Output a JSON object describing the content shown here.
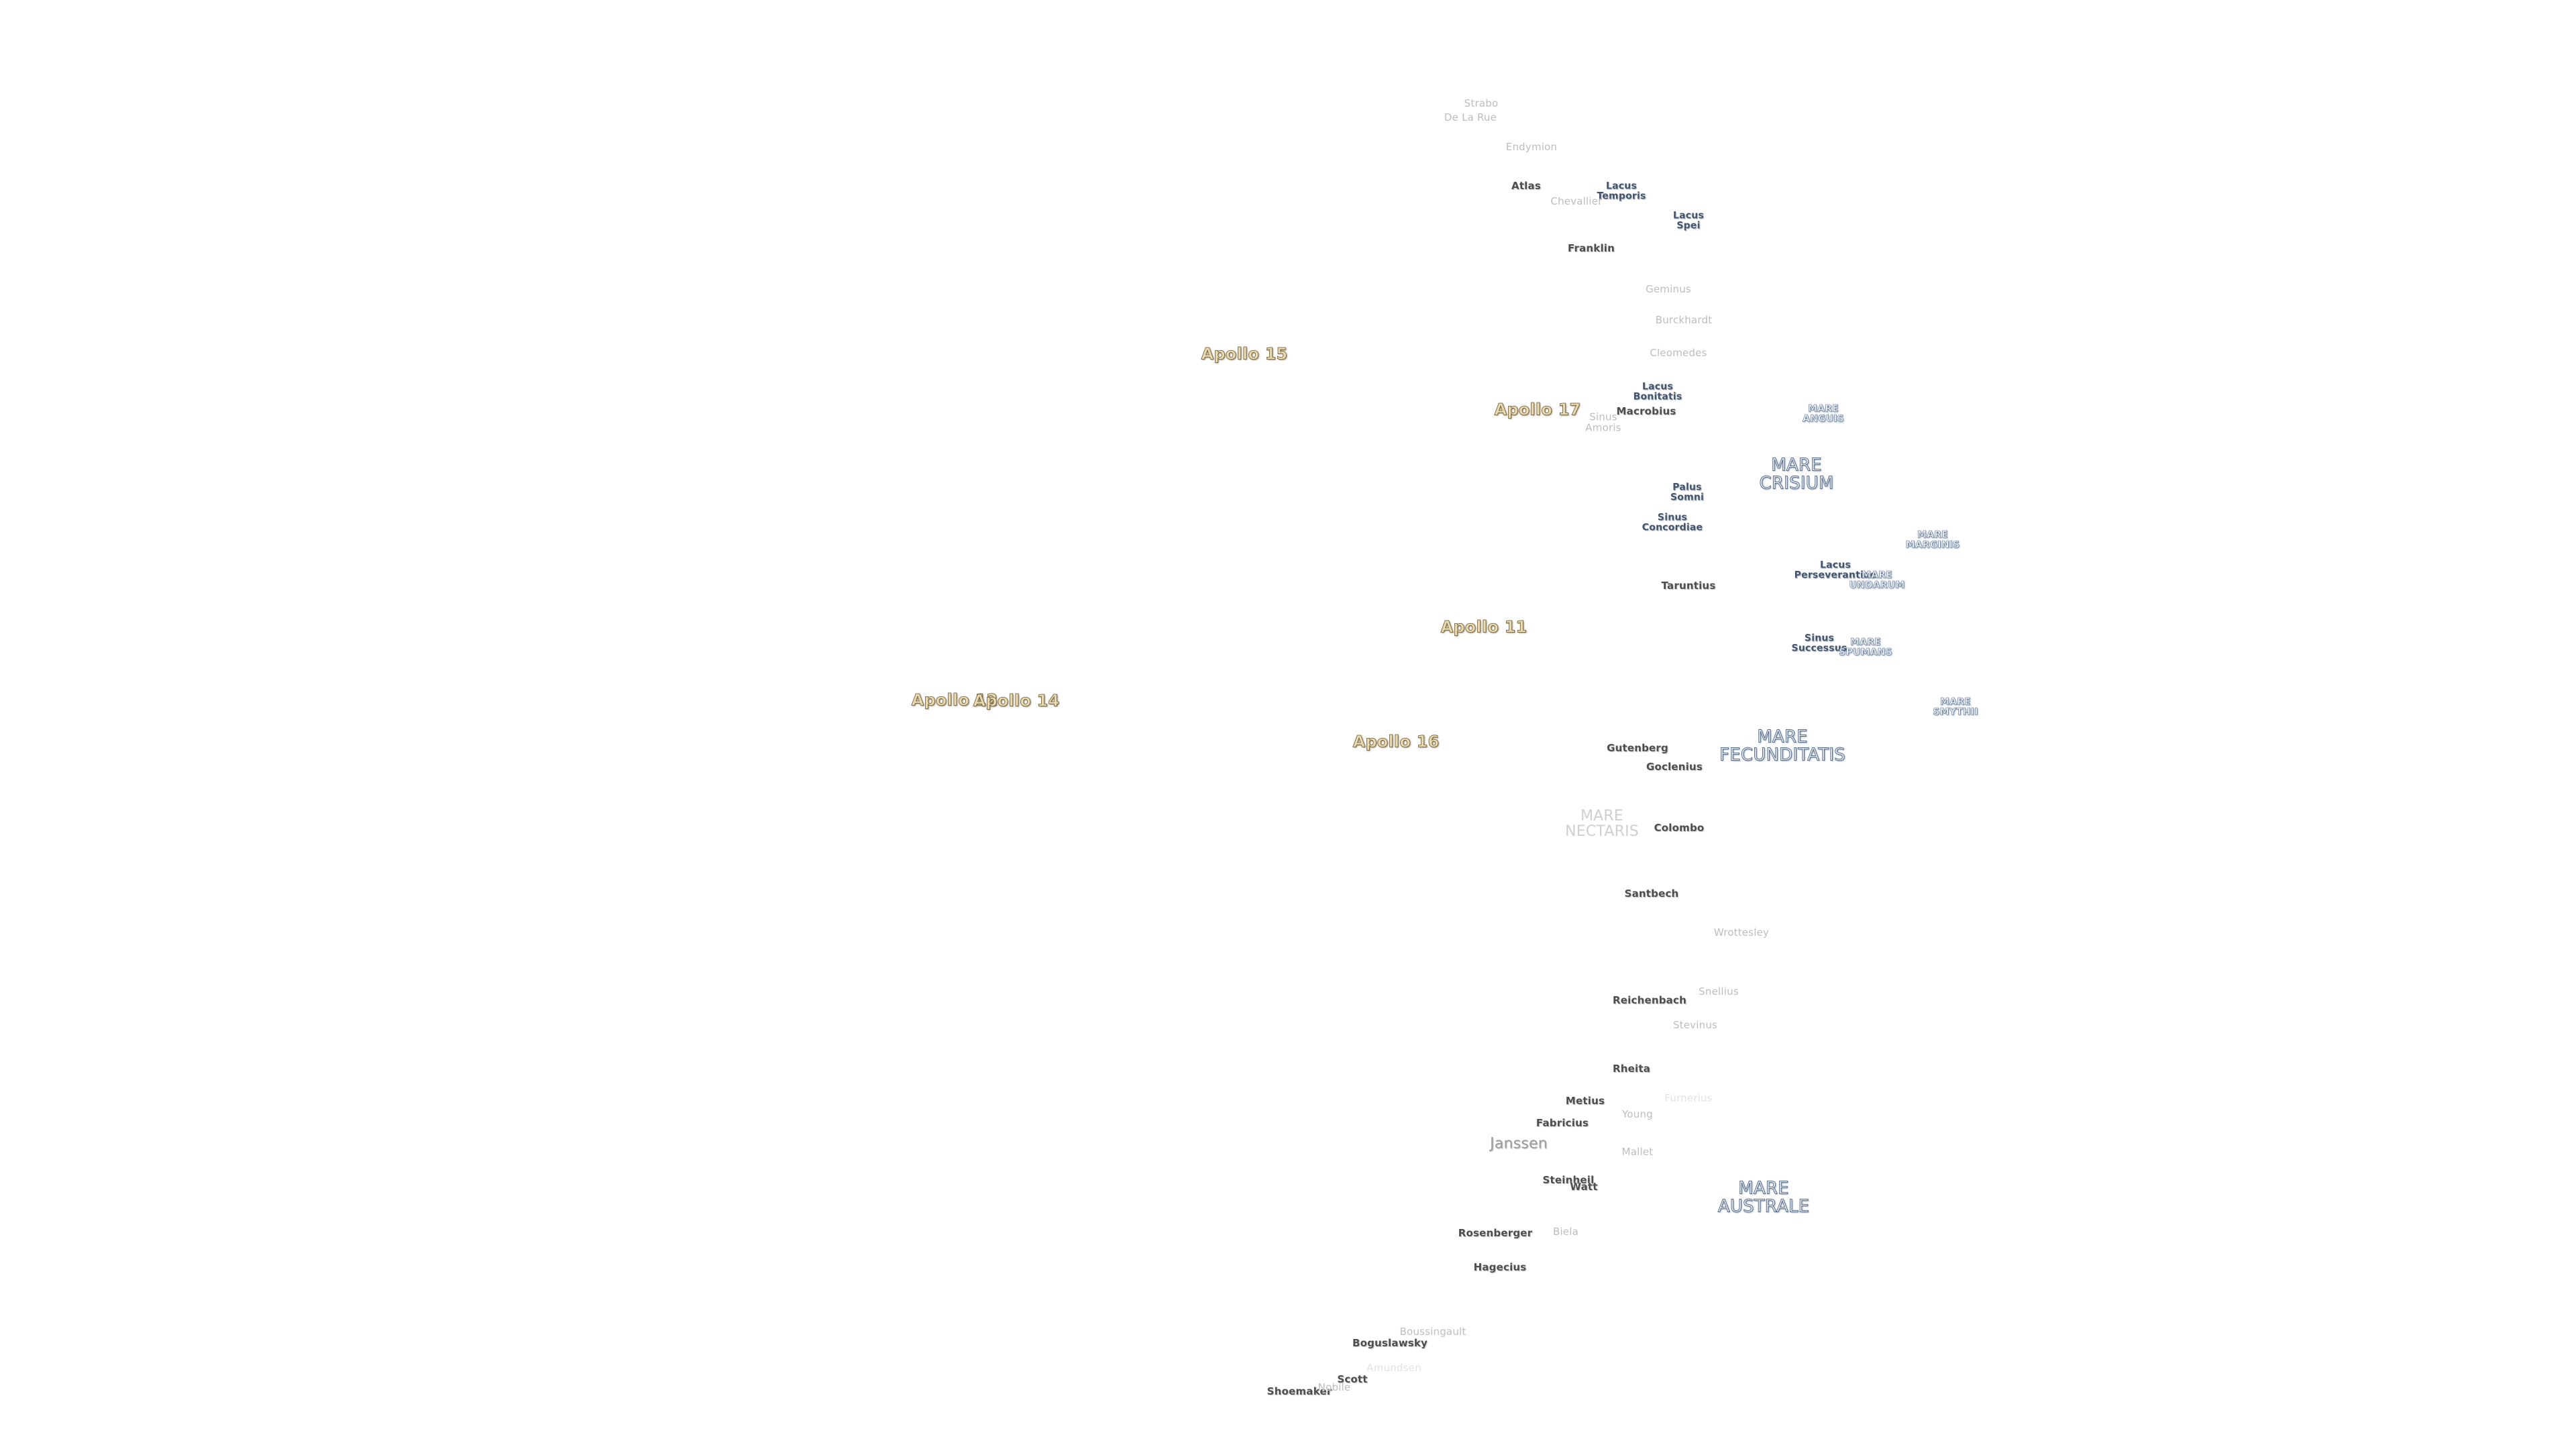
{
  "labels": [
    {
      "id": "strabo",
      "text": "Strabo",
      "kind": "crater faint"
    },
    {
      "id": "de-la-rue",
      "text": "De La Rue",
      "kind": "crater faint"
    },
    {
      "id": "endymion",
      "text": "Endymion",
      "kind": "crater faint"
    },
    {
      "id": "atlas",
      "text": "Atlas",
      "kind": "crater"
    },
    {
      "id": "lacus-temporis",
      "text": "Lacus\nTemporis",
      "kind": "feature"
    },
    {
      "id": "chevallier",
      "text": "Chevallier",
      "kind": "crater faint"
    },
    {
      "id": "lacus-spei",
      "text": "Lacus\nSpei",
      "kind": "feature"
    },
    {
      "id": "franklin",
      "text": "Franklin",
      "kind": "crater"
    },
    {
      "id": "geminus",
      "text": "Geminus",
      "kind": "crater faint"
    },
    {
      "id": "burckhardt",
      "text": "Burckhardt",
      "kind": "crater faint"
    },
    {
      "id": "cleomedes",
      "text": "Cleomedes",
      "kind": "crater faint"
    },
    {
      "id": "apollo-15",
      "text": "Apollo 15",
      "kind": "apollo"
    },
    {
      "id": "lacus-bonitatis",
      "text": "Lacus\nBonitatis",
      "kind": "feature"
    },
    {
      "id": "apollo-17",
      "text": "Apollo 17",
      "kind": "apollo"
    },
    {
      "id": "macrobius",
      "text": "Macrobius",
      "kind": "crater"
    },
    {
      "id": "sinus-amoris",
      "text": "Sinus\nAmoris",
      "kind": "crater faint"
    },
    {
      "id": "mare-anguis",
      "text": "MARE\nANGUIS",
      "kind": "mare small"
    },
    {
      "id": "mare-crisium",
      "text": "MARE\nCRISIUM",
      "kind": "mare"
    },
    {
      "id": "palus-somni",
      "text": "Palus\nSomni",
      "kind": "feature"
    },
    {
      "id": "sinus-concordiae",
      "text": "Sinus\nConcordiae",
      "kind": "feature"
    },
    {
      "id": "mare-marginis",
      "text": "MARE\nMARGINIS",
      "kind": "mare small"
    },
    {
      "id": "lacus-perseverantiae",
      "text": "Lacus\nPerseverantiae",
      "kind": "feature"
    },
    {
      "id": "mare-undarum",
      "text": "MARE\nUNDARUM",
      "kind": "mare small"
    },
    {
      "id": "taruntius",
      "text": "Taruntius",
      "kind": "crater"
    },
    {
      "id": "apollo-11",
      "text": "Apollo 11",
      "kind": "apollo"
    },
    {
      "id": "sinus-successus",
      "text": "Sinus\nSuccessus",
      "kind": "feature"
    },
    {
      "id": "mare-spumans",
      "text": "MARE\nSPUMANS",
      "kind": "mare small"
    },
    {
      "id": "apollo-12",
      "text": "Apollo 12",
      "kind": "apollo"
    },
    {
      "id": "apollo-14",
      "text": "Apollo 14",
      "kind": "apollo"
    },
    {
      "id": "mare-smythii",
      "text": "MARE\nSMYTHII",
      "kind": "mare small"
    },
    {
      "id": "mare-fecunditatis",
      "text": "MARE\nFECUNDITATIS",
      "kind": "mare"
    },
    {
      "id": "apollo-16",
      "text": "Apollo 16",
      "kind": "apollo"
    },
    {
      "id": "gutenberg",
      "text": "Gutenberg",
      "kind": "crater"
    },
    {
      "id": "goclenius",
      "text": "Goclenius",
      "kind": "crater"
    },
    {
      "id": "mare-nectaris",
      "text": "MARE\nNECTARIS",
      "kind": "mare faint"
    },
    {
      "id": "colombo",
      "text": "Colombo",
      "kind": "crater"
    },
    {
      "id": "santbech",
      "text": "Santbech",
      "kind": "crater"
    },
    {
      "id": "wrottesley",
      "text": "Wrottesley",
      "kind": "crater faint"
    },
    {
      "id": "snellius",
      "text": "Snellius",
      "kind": "crater faint"
    },
    {
      "id": "reichenbach",
      "text": "Reichenbach",
      "kind": "crater"
    },
    {
      "id": "stevinus",
      "text": "Stevinus",
      "kind": "crater faint"
    },
    {
      "id": "rheita",
      "text": "Rheita",
      "kind": "crater"
    },
    {
      "id": "metius",
      "text": "Metius",
      "kind": "crater"
    },
    {
      "id": "furnerius",
      "text": "Furnerius",
      "kind": "crater ghost"
    },
    {
      "id": "fabricius",
      "text": "Fabricius",
      "kind": "crater"
    },
    {
      "id": "young",
      "text": "Young",
      "kind": "crater faint"
    },
    {
      "id": "janssen",
      "text": "Janssen",
      "kind": "crater big"
    },
    {
      "id": "mallet",
      "text": "Mallet",
      "kind": "crater faint"
    },
    {
      "id": "steinheil",
      "text": "Steinheil",
      "kind": "crater"
    },
    {
      "id": "watt",
      "text": "Watt",
      "kind": "crater"
    },
    {
      "id": "mare-australe",
      "text": "MARE\nAUSTRALE",
      "kind": "mare"
    },
    {
      "id": "rosenberger",
      "text": "Rosenberger",
      "kind": "crater"
    },
    {
      "id": "biela",
      "text": "Biela",
      "kind": "crater faint"
    },
    {
      "id": "hagecius",
      "text": "Hagecius",
      "kind": "crater"
    },
    {
      "id": "boussingault",
      "text": "Boussingault",
      "kind": "crater faint"
    },
    {
      "id": "boguslawsky",
      "text": "Boguslawsky",
      "kind": "crater"
    },
    {
      "id": "scott",
      "text": "Scott",
      "kind": "crater"
    },
    {
      "id": "amundsen",
      "text": "Amundsen",
      "kind": "crater ghost"
    },
    {
      "id": "shoemaker",
      "text": "Shoemaker",
      "kind": "crater"
    },
    {
      "id": "nobile",
      "text": "Nobile",
      "kind": "crater faint"
    }
  ]
}
